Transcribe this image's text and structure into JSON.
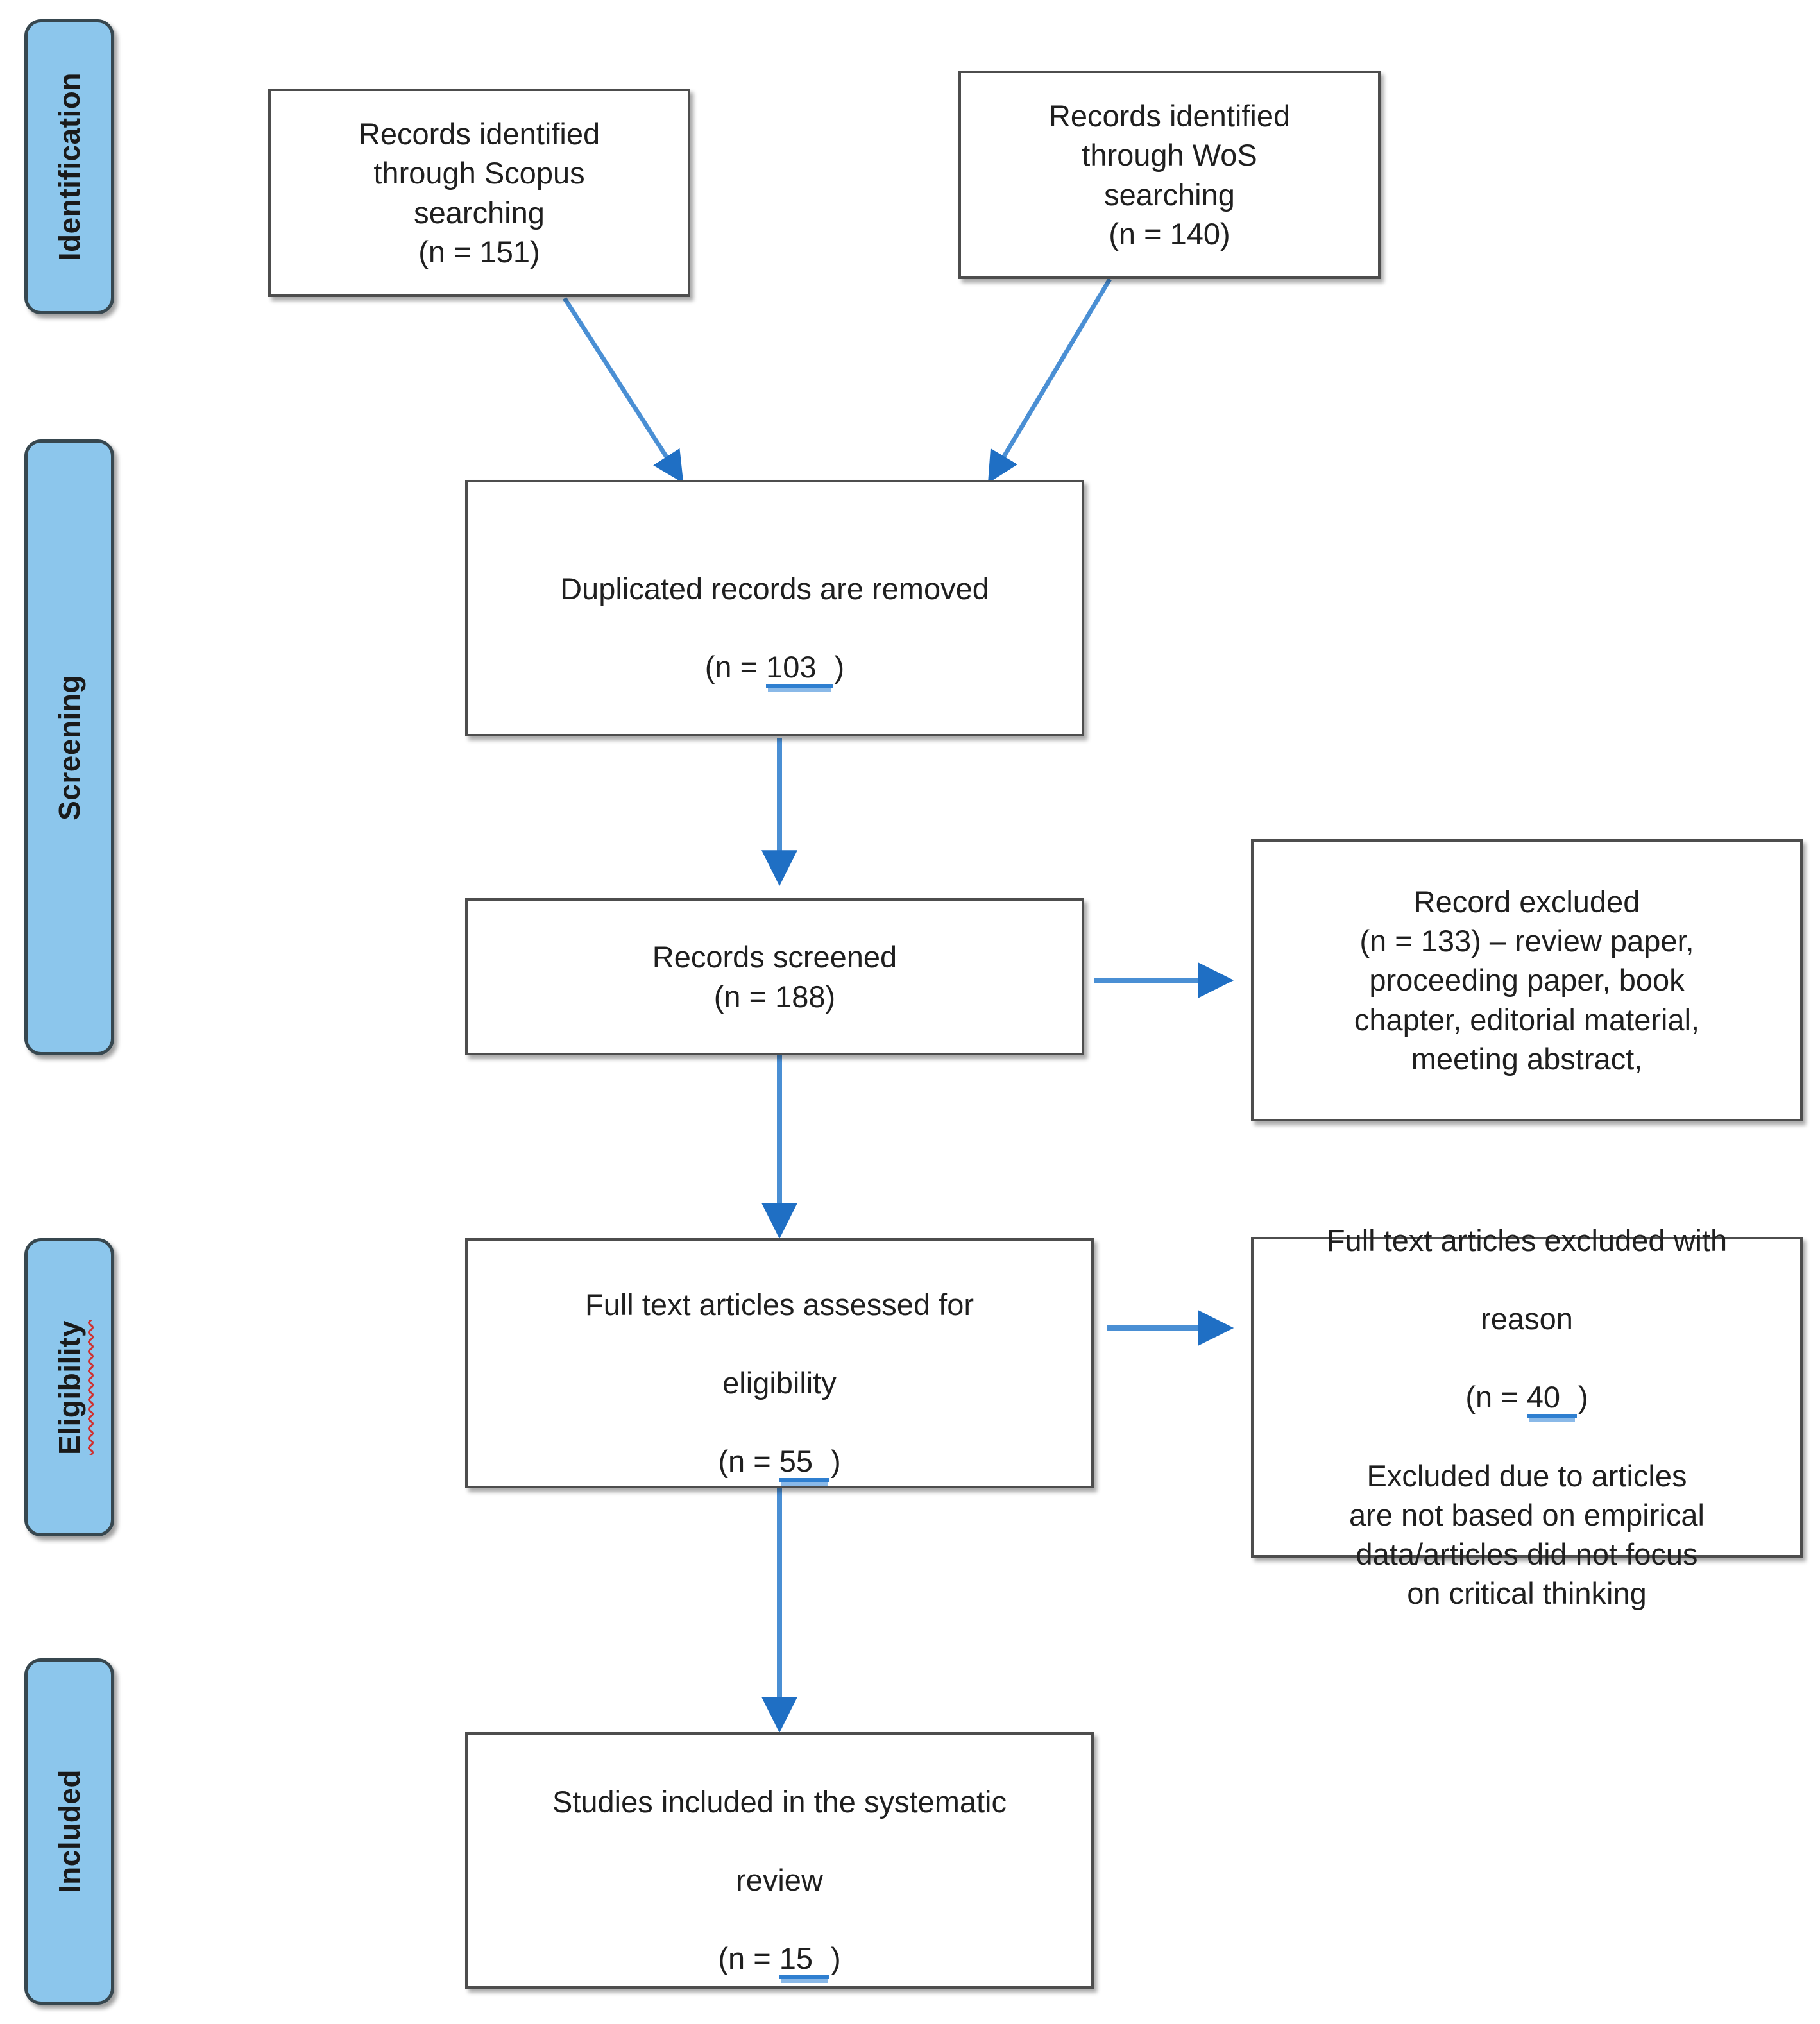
{
  "diagram": {
    "title": "PRISMA systematic review flow diagram",
    "accent_blue": "#2f7fd0",
    "stage_fill": "#8CC6EC",
    "stage_border": "#37474f",
    "box_border": "#4d4d4d",
    "background": "#ffffff"
  },
  "stages": [
    {
      "id": "identification",
      "label": "Identification",
      "misspelled": false
    },
    {
      "id": "screening",
      "label": "Screening",
      "misspelled": false
    },
    {
      "id": "eligibility",
      "label": "Eligibility",
      "misspelled": true
    },
    {
      "id": "included",
      "label": "Included",
      "misspelled": false
    }
  ],
  "boxes": {
    "scopus": {
      "text": "Records identified\nthrough Scopus\nsearching\n(n = 151)",
      "count": 151,
      "source": "Scopus"
    },
    "wos": {
      "text": "Records identified\nthrough WoS\nsearching\n(n = 140)",
      "count": 140,
      "source": "WoS"
    },
    "duplicates": {
      "line1": "Duplicated records are removed",
      "prefix": "(n = ",
      "count": "103",
      "suffix": ")"
    },
    "screened": {
      "text": "Records screened\n(n = 188)",
      "count": 188
    },
    "record_excluded": {
      "text": "Record excluded\n(n = 133) – review paper,\nproceeding paper, book\nchapter, editorial material,\nmeeting abstract,",
      "count": 133
    },
    "fulltext_assessed": {
      "line1": "Full text articles assessed for",
      "line2": "eligibility",
      "prefix": "(n = ",
      "count": "55",
      "suffix": ")"
    },
    "fulltext_excluded": {
      "line1": "Full text articles excluded with",
      "line2": "reason",
      "prefix": "(n = ",
      "count": "40",
      "suffix": ")",
      "line3": "Excluded due to articles\nare not based on empirical\ndata/articles did not focus\non critical thinking"
    },
    "included_studies": {
      "line1": "Studies included in the systematic",
      "line2": "review",
      "prefix": "(n = ",
      "count": "15",
      "suffix": ")"
    }
  },
  "connectors": [
    {
      "id": "scopus-to-duplicates",
      "from": "scopus",
      "to": "duplicates",
      "kind": "diagonal-arrow"
    },
    {
      "id": "wos-to-duplicates",
      "from": "wos",
      "to": "duplicates",
      "kind": "diagonal-arrow"
    },
    {
      "id": "duplicates-to-screened",
      "from": "duplicates",
      "to": "screened",
      "kind": "vertical-arrow"
    },
    {
      "id": "screened-to-record-excluded",
      "from": "screened",
      "to": "record_excluded",
      "kind": "horizontal-arrow"
    },
    {
      "id": "screened-to-fulltext",
      "from": "screened",
      "to": "fulltext_assessed",
      "kind": "vertical-arrow"
    },
    {
      "id": "fulltext-to-fulltext-excluded",
      "from": "fulltext_assessed",
      "to": "fulltext_excluded",
      "kind": "horizontal-arrow"
    },
    {
      "id": "fulltext-to-included",
      "from": "fulltext_assessed",
      "to": "included_studies",
      "kind": "vertical-arrow"
    }
  ]
}
